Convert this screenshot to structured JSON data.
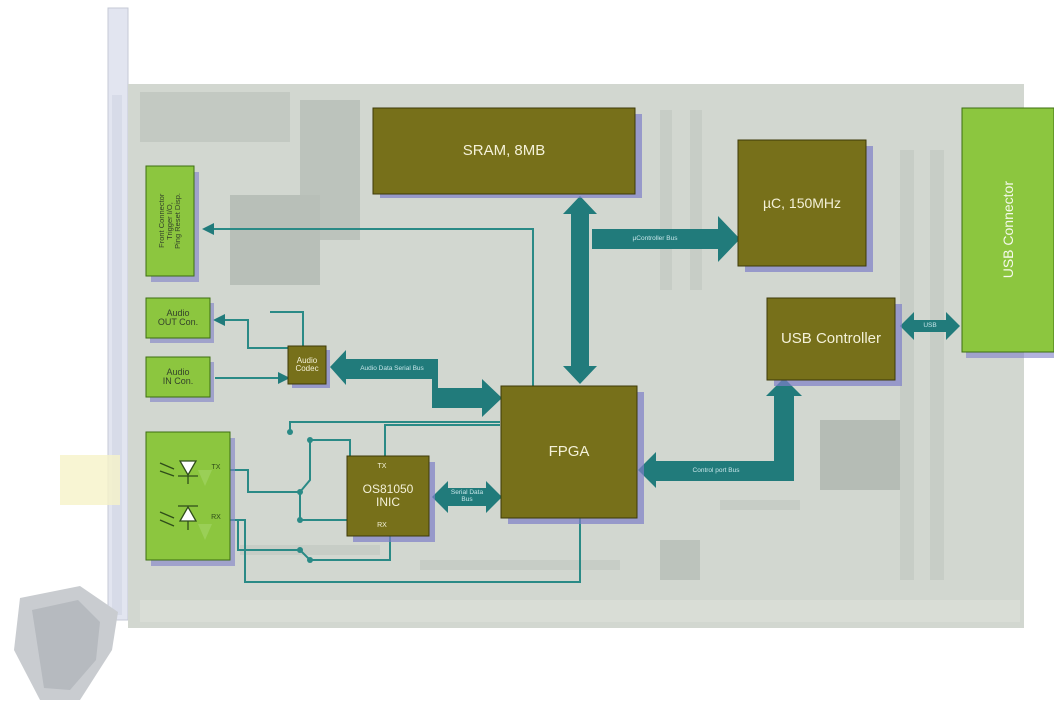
{
  "blocks": {
    "sram": "SRAM, 8MB",
    "uc": "µC, 150MHz",
    "usb_connector": "USB Connector",
    "usb_controller": "USB Controller",
    "fpga": "FPGA",
    "inic": "OS81050\nINIC",
    "audio_codec": "Audio\nCodec",
    "audio_out": "Audio\nOUT Con.",
    "audio_in": "Audio\nIN Con.",
    "front_connector": "Front Connector\nTrigger I/O,\nPing Reset Disp."
  },
  "bus_labels": {
    "ucontroller_bus": "µController Bus",
    "usb": "USB",
    "audio_data_serial_bus": "Audio Data Serial Bus",
    "control_port_bus": "Control port Bus",
    "serial_data_bus": "Serial Data\nBus"
  },
  "pins": {
    "tx": "TX",
    "rx": "RX",
    "inic_tx": "TX",
    "inic_rx": "RX"
  },
  "colors": {
    "block_fill": "#77701a",
    "block_border": "#3e3a08",
    "connector_fill": "#8cc63f",
    "connector_border": "#3d6f12",
    "bus_teal": "#217b7b",
    "board": "#d2d7d0",
    "shadow": "#7e7fc8"
  }
}
